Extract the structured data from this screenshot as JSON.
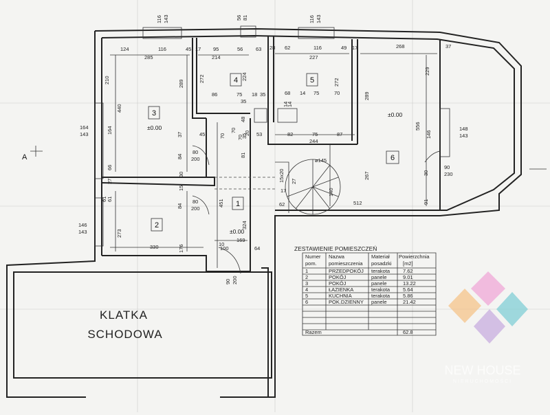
{
  "rooms": [
    {
      "number": "1",
      "level": "±0.00"
    },
    {
      "number": "2",
      "level": ""
    },
    {
      "number": "3",
      "level": "±0.00"
    },
    {
      "number": "4",
      "level": ""
    },
    {
      "number": "5",
      "level": ""
    },
    {
      "number": "6",
      "level": "±0.00"
    }
  ],
  "stairwell": {
    "line1": "KLATKA",
    "line2": "SCHODOWA"
  },
  "section_marker": "A",
  "spiral": {
    "diameter": "ø145",
    "treads": "15x20",
    "tread_count": "27"
  },
  "table": {
    "title": "ZESTAWIENIE POMIESZCZEŃ",
    "headers": [
      [
        "Numer",
        "pom."
      ],
      [
        "Nazwa",
        "pomieszczenia"
      ],
      [
        "Materiał",
        "posadzki"
      ],
      [
        "Powierzchnia",
        "[m2]"
      ]
    ],
    "rows": [
      [
        "1",
        "PRZEDPOKÓJ",
        "terakota",
        "7.62"
      ],
      [
        "2",
        "POKÓJ",
        "panele",
        "9.01"
      ],
      [
        "3",
        "POKÓJ",
        "panele",
        "13.22"
      ],
      [
        "4",
        "ŁAZIENKA",
        "terakota",
        "5.64"
      ],
      [
        "5",
        "KUCHNIA",
        "terakota",
        "5.86"
      ],
      [
        "6",
        "POK.DZIENNY",
        "panele",
        "21.42"
      ]
    ],
    "total": {
      "label": "Razem",
      "value": "62.8"
    }
  },
  "watermark": {
    "brand": "NEW HOUSE",
    "tagline": "NIERUCHOMOŚCI"
  },
  "dimensions": {
    "top": [
      "124",
      "116",
      "45",
      "17",
      "95",
      "56",
      "63",
      "28",
      "62",
      "116",
      "49",
      "17",
      "268",
      "37"
    ],
    "top_sub": [
      "285",
      "214",
      "224",
      "227"
    ],
    "windows": [
      "116",
      "143",
      "56",
      "81",
      "116",
      "143",
      "164",
      "143",
      "148",
      "143",
      "146",
      "143"
    ],
    "room3": [
      "210",
      "440",
      "289",
      "164",
      "66",
      "37"
    ],
    "room4": [
      "272",
      "86",
      "75",
      "18",
      "35",
      "70",
      "48",
      "70",
      "35",
      "20"
    ],
    "room5": [
      "272",
      "68",
      "14",
      "75",
      "70",
      "14",
      "14",
      "82",
      "75",
      "87",
      "244"
    ],
    "hall": [
      "45",
      "70",
      "53",
      "80",
      "200",
      "84",
      "30",
      "81",
      "80",
      "200",
      "84",
      "451",
      "324",
      "35",
      "169",
      "100",
      "64",
      "90",
      "200",
      "10"
    ],
    "room2": [
      "27",
      "61",
      "273",
      "330",
      "176",
      "15",
      "61"
    ],
    "room6": [
      "289",
      "556",
      "229",
      "146",
      "267",
      "140",
      "512",
      "90",
      "230",
      "30",
      "91",
      "17",
      "62"
    ]
  },
  "colors": {
    "wall": "#222222",
    "paper": "#f4f4f2",
    "logo_pink": "#f0a8d8",
    "logo_teal": "#82cfd6",
    "logo_orange": "#f6c48a",
    "logo_lilac": "#c8aee0"
  }
}
